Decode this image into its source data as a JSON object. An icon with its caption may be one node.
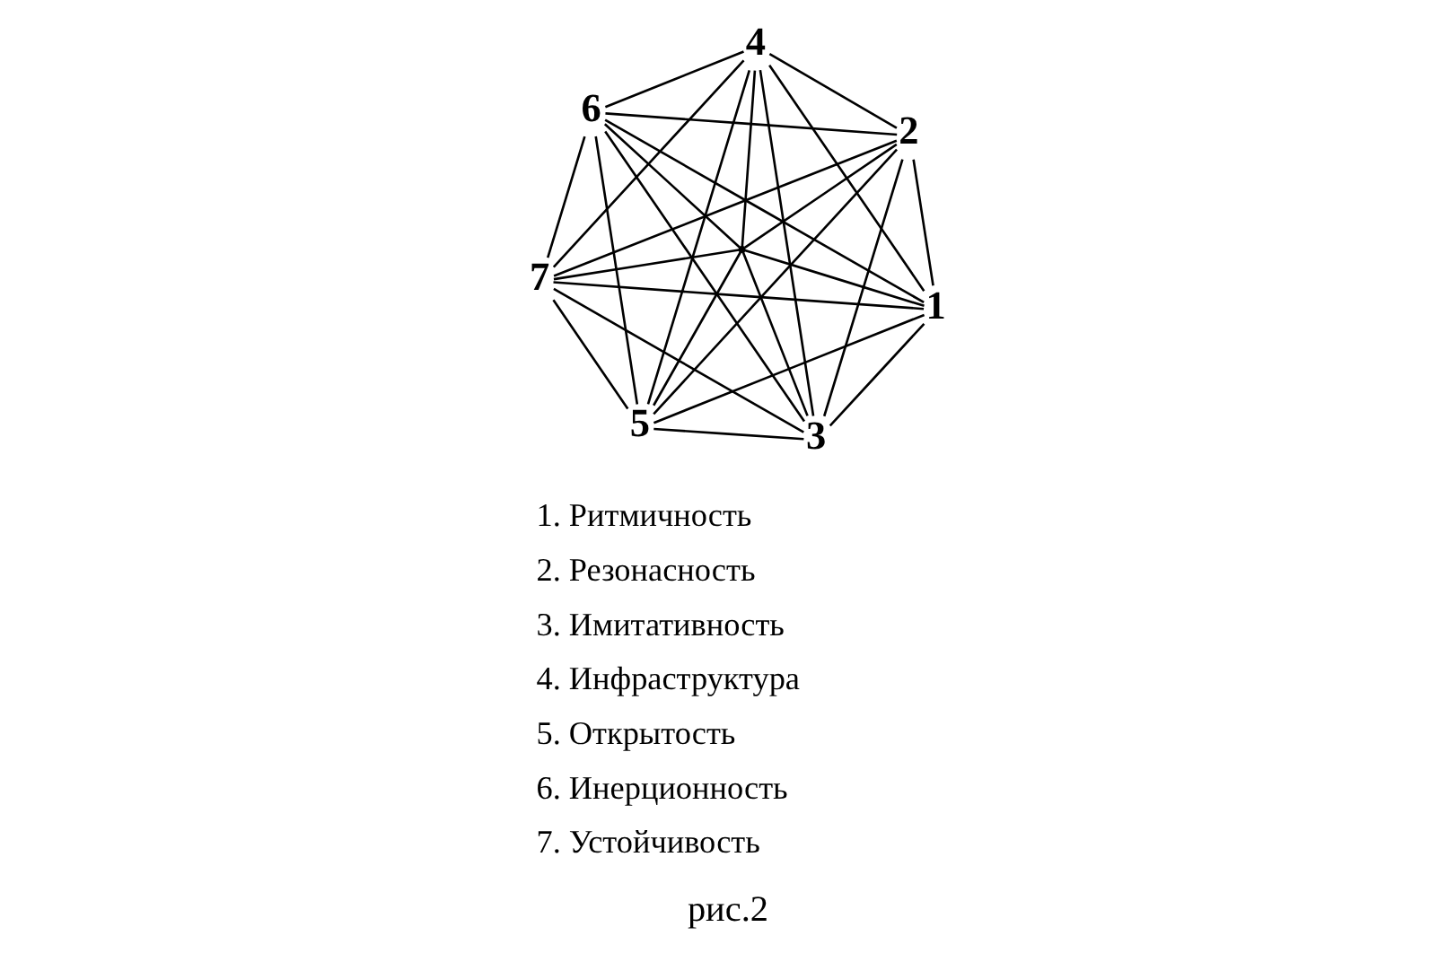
{
  "diagram": {
    "caption": "рис.2",
    "nodes": [
      {
        "text": [
          "1"
        ]
      },
      {
        "text": [
          "2"
        ]
      },
      {
        "text": [
          "3"
        ]
      },
      {
        "text": [
          "4"
        ]
      },
      {
        "text": [
          "5"
        ]
      },
      {
        "text": [
          "6"
        ]
      },
      {
        "text": [
          "7"
        ]
      },
      {
        "text": [],
        "shape": "circle"
      }
    ],
    "edges": [
      {
        "from": 0,
        "to": 1,
        "arrow": "none"
      },
      {
        "from": 0,
        "to": 2,
        "arrow": "none"
      },
      {
        "from": 0,
        "to": 3,
        "arrow": "none"
      },
      {
        "from": 0,
        "to": 4,
        "arrow": "none"
      },
      {
        "from": 0,
        "to": 5,
        "arrow": "none"
      },
      {
        "from": 0,
        "to": 6,
        "arrow": "none"
      },
      {
        "from": 1,
        "to": 2,
        "arrow": "none"
      },
      {
        "from": 1,
        "to": 3,
        "arrow": "none"
      },
      {
        "from": 1,
        "to": 4,
        "arrow": "none"
      },
      {
        "from": 1,
        "to": 5,
        "arrow": "none"
      },
      {
        "from": 1,
        "to": 6,
        "arrow": "none"
      },
      {
        "from": 2,
        "to": 3,
        "arrow": "none"
      },
      {
        "from": 2,
        "to": 4,
        "arrow": "none"
      },
      {
        "from": 2,
        "to": 5,
        "arrow": "none"
      },
      {
        "from": 2,
        "to": 6,
        "arrow": "none"
      },
      {
        "from": 3,
        "to": 4,
        "arrow": "none"
      },
      {
        "from": 3,
        "to": 5,
        "arrow": "none"
      },
      {
        "from": 3,
        "to": 6,
        "arrow": "none"
      },
      {
        "from": 4,
        "to": 5,
        "arrow": "none"
      },
      {
        "from": 4,
        "to": 6,
        "arrow": "none"
      },
      {
        "from": 5,
        "to": 6,
        "arrow": "none"
      },
      {
        "from": 0,
        "to": 7,
        "arrow": "none"
      },
      {
        "from": 1,
        "to": 7,
        "arrow": "none"
      },
      {
        "from": 2,
        "to": 7,
        "arrow": "none"
      },
      {
        "from": 3,
        "to": 7,
        "arrow": "none"
      },
      {
        "from": 4,
        "to": 7,
        "arrow": "none"
      },
      {
        "from": 5,
        "to": 7,
        "arrow": "none"
      },
      {
        "from": 6,
        "to": 7,
        "arrow": "none"
      }
    ],
    "labels": [
      "1. Ритмичность",
      "2. Резонасность",
      "3. Имитативность",
      "4. Инфраструктура",
      "5. Открытость",
      "6. Инерционность",
      "7. Устойчивость"
    ]
  }
}
